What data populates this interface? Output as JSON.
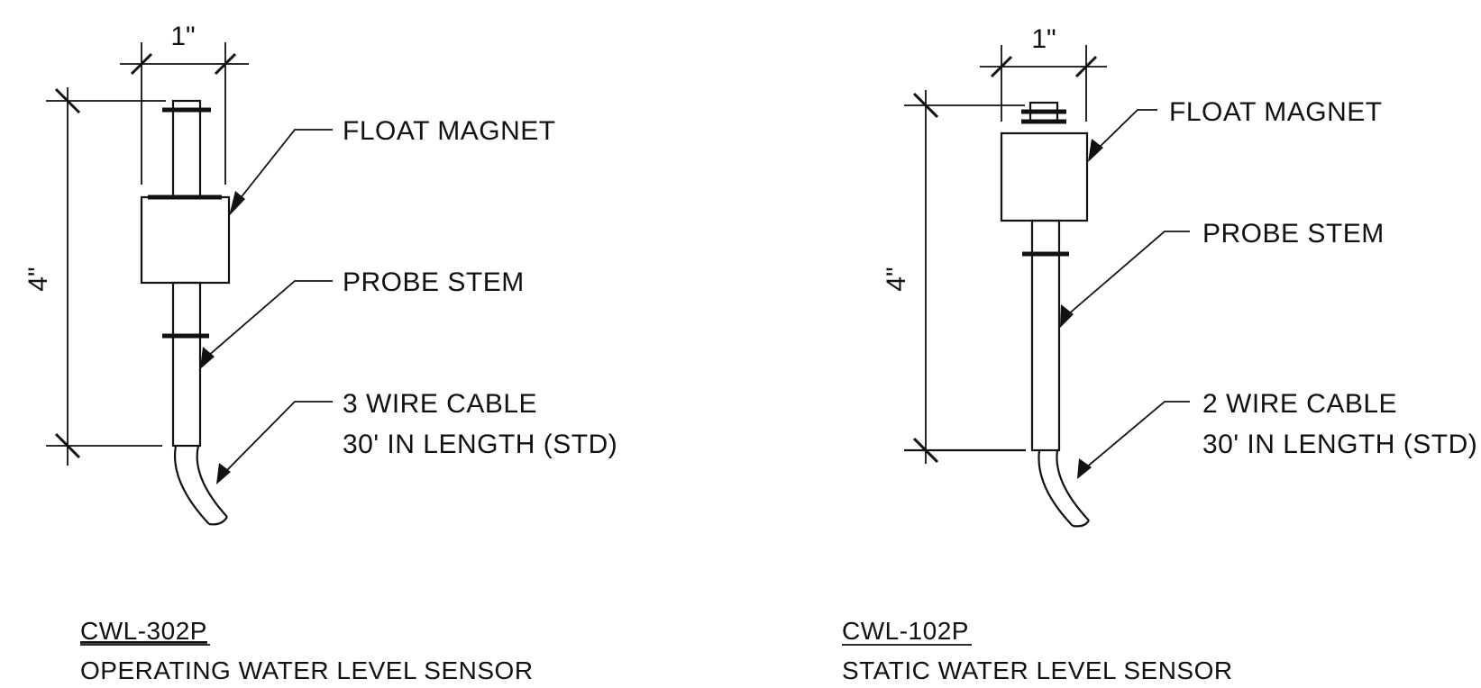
{
  "sensors": [
    {
      "model": "CWL-302P",
      "description": "OPERATING WATER LEVEL SENSOR",
      "width_dim": "1\"",
      "height_dim": "4\"",
      "labels": {
        "float_magnet": "FLOAT MAGNET",
        "probe_stem": "PROBE STEM",
        "cable_line1": "3 WIRE CABLE",
        "cable_line2": "30' IN LENGTH (STD)"
      }
    },
    {
      "model": "CWL-102P",
      "description": "STATIC WATER LEVEL SENSOR",
      "width_dim": "1\"",
      "height_dim": "4\"",
      "labels": {
        "float_magnet": "FLOAT MAGNET",
        "probe_stem": "PROBE STEM",
        "cable_line1": "2 WIRE CABLE",
        "cable_line2": "30' IN LENGTH (STD)"
      }
    }
  ]
}
